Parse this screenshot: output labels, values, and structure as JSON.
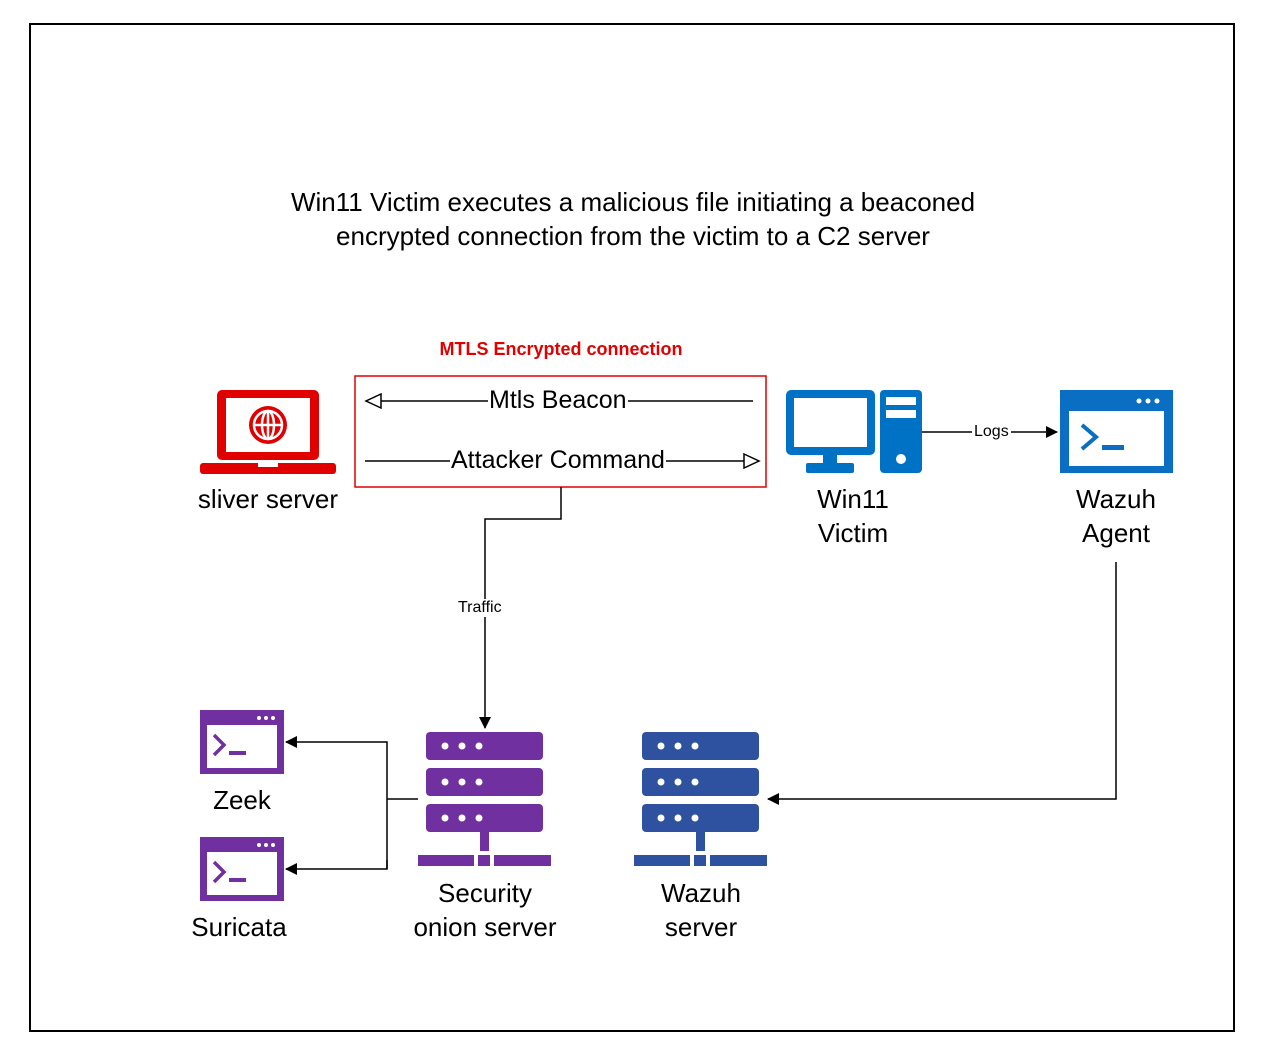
{
  "title": "Win11 Victim executes a malicious file initiating a beaconed encrypted connection from the victim to a C2 server",
  "mtls": {
    "heading": "MTLS Encrypted connection",
    "beacon": "Mtls Beacon",
    "command": "Attacker Command"
  },
  "nodes": {
    "sliver": {
      "label": "sliver server",
      "icon": "laptop-globe-icon",
      "color": "#e00000"
    },
    "victim": {
      "label_line1": "Win11",
      "label_line2": "Victim",
      "icon": "desktop-computer-icon",
      "color": "#0072c6"
    },
    "agent": {
      "label_line1": "Wazuh",
      "label_line2": "Agent",
      "icon": "terminal-window-icon",
      "color": "#0a6fc2"
    },
    "security_onion": {
      "label_line1": "Security",
      "label_line2": "onion server",
      "icon": "server-rack-icon",
      "color": "#7030a0"
    },
    "wazuh_server": {
      "label_line1": "Wazuh",
      "label_line2": "server",
      "icon": "server-rack-icon",
      "color": "#2f52a0"
    },
    "zeek": {
      "label": "Zeek",
      "icon": "terminal-window-icon",
      "color": "#7030a0"
    },
    "suricata": {
      "label": "Suricata",
      "icon": "terminal-window-icon",
      "color": "#7030a0"
    }
  },
  "edges": {
    "logs": "Logs",
    "traffic": "Traffic"
  }
}
